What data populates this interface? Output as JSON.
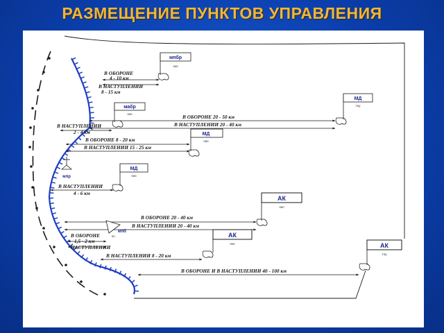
{
  "title": "РАЗМЕЩЕНИЕ ПУНКТОВ УПРАВЛЕНИЯ",
  "colors": {
    "title": "#f0b63a",
    "background": "#0b3fae",
    "lines": "#1a1a1a",
    "flag_text": "#1a2a8a",
    "front_ticks": "#1f3fc4"
  },
  "command_posts": [
    {
      "id": "mpbr",
      "label": "мпбр",
      "sub": "пкп"
    },
    {
      "id": "mabr",
      "label": "мабр",
      "sub": "пкп"
    },
    {
      "id": "md1",
      "label": "МД",
      "sub": "тпу"
    },
    {
      "id": "md2",
      "label": "МД",
      "sub": "пкп"
    },
    {
      "id": "md3",
      "label": "МД",
      "sub": "пкп"
    },
    {
      "id": "mpr",
      "label": "мпр"
    },
    {
      "id": "ak1",
      "label": "АК",
      "sub": "пкп"
    },
    {
      "id": "mpb",
      "label": "мпб",
      "sub": "кп"
    },
    {
      "id": "ak2",
      "label": "АК",
      "sub": "пкп"
    },
    {
      "id": "ak3",
      "label": "АК",
      "sub": "тпу"
    }
  ],
  "distances": {
    "mpbr_defense": "В ОБОРОНЕ",
    "mpbr_defense_km": "4 - 10 км",
    "mpbr_attack": "В НАСТУПЛЕНИИ",
    "mpbr_attack_km": "8 - 15 км",
    "md1_defense": "В ОБОРОНЕ  20 - 50 км",
    "md1_attack": "В НАСТУПЛЕНИИ  20 - 40 км",
    "mabr_attack": "В НАСТУПЛЕНИИ",
    "mabr_attack_km": "2 - 4 км",
    "md2_defense": "В ОБОРОНЕ   8 - 20 км",
    "md2_attack": "В НАСТУПЛЕНИИ  15 - 25 км",
    "md3_attack": "В НАСТУПЛЕНИИ",
    "md3_attack_km": "4 - 6 км",
    "ak1_defense": "В ОБОРОНЕ  20 - 40 км",
    "ak1_attack": "В НАСТУПЛЕНИИ  20 - 40 км",
    "mpb_defense": "В ОБОРОНЕ",
    "mpb_defense_km": "1,5 - 2 км",
    "mpb_attack": "НАСТУПЛЕНИИ",
    "ak2_attack": "В НАСТУПЛЕНИИ   8 - 20 км",
    "ak3_both": "В ОБОРОНЕ  И В НАСТУПЛЕНИИ  40 - 100 км"
  }
}
